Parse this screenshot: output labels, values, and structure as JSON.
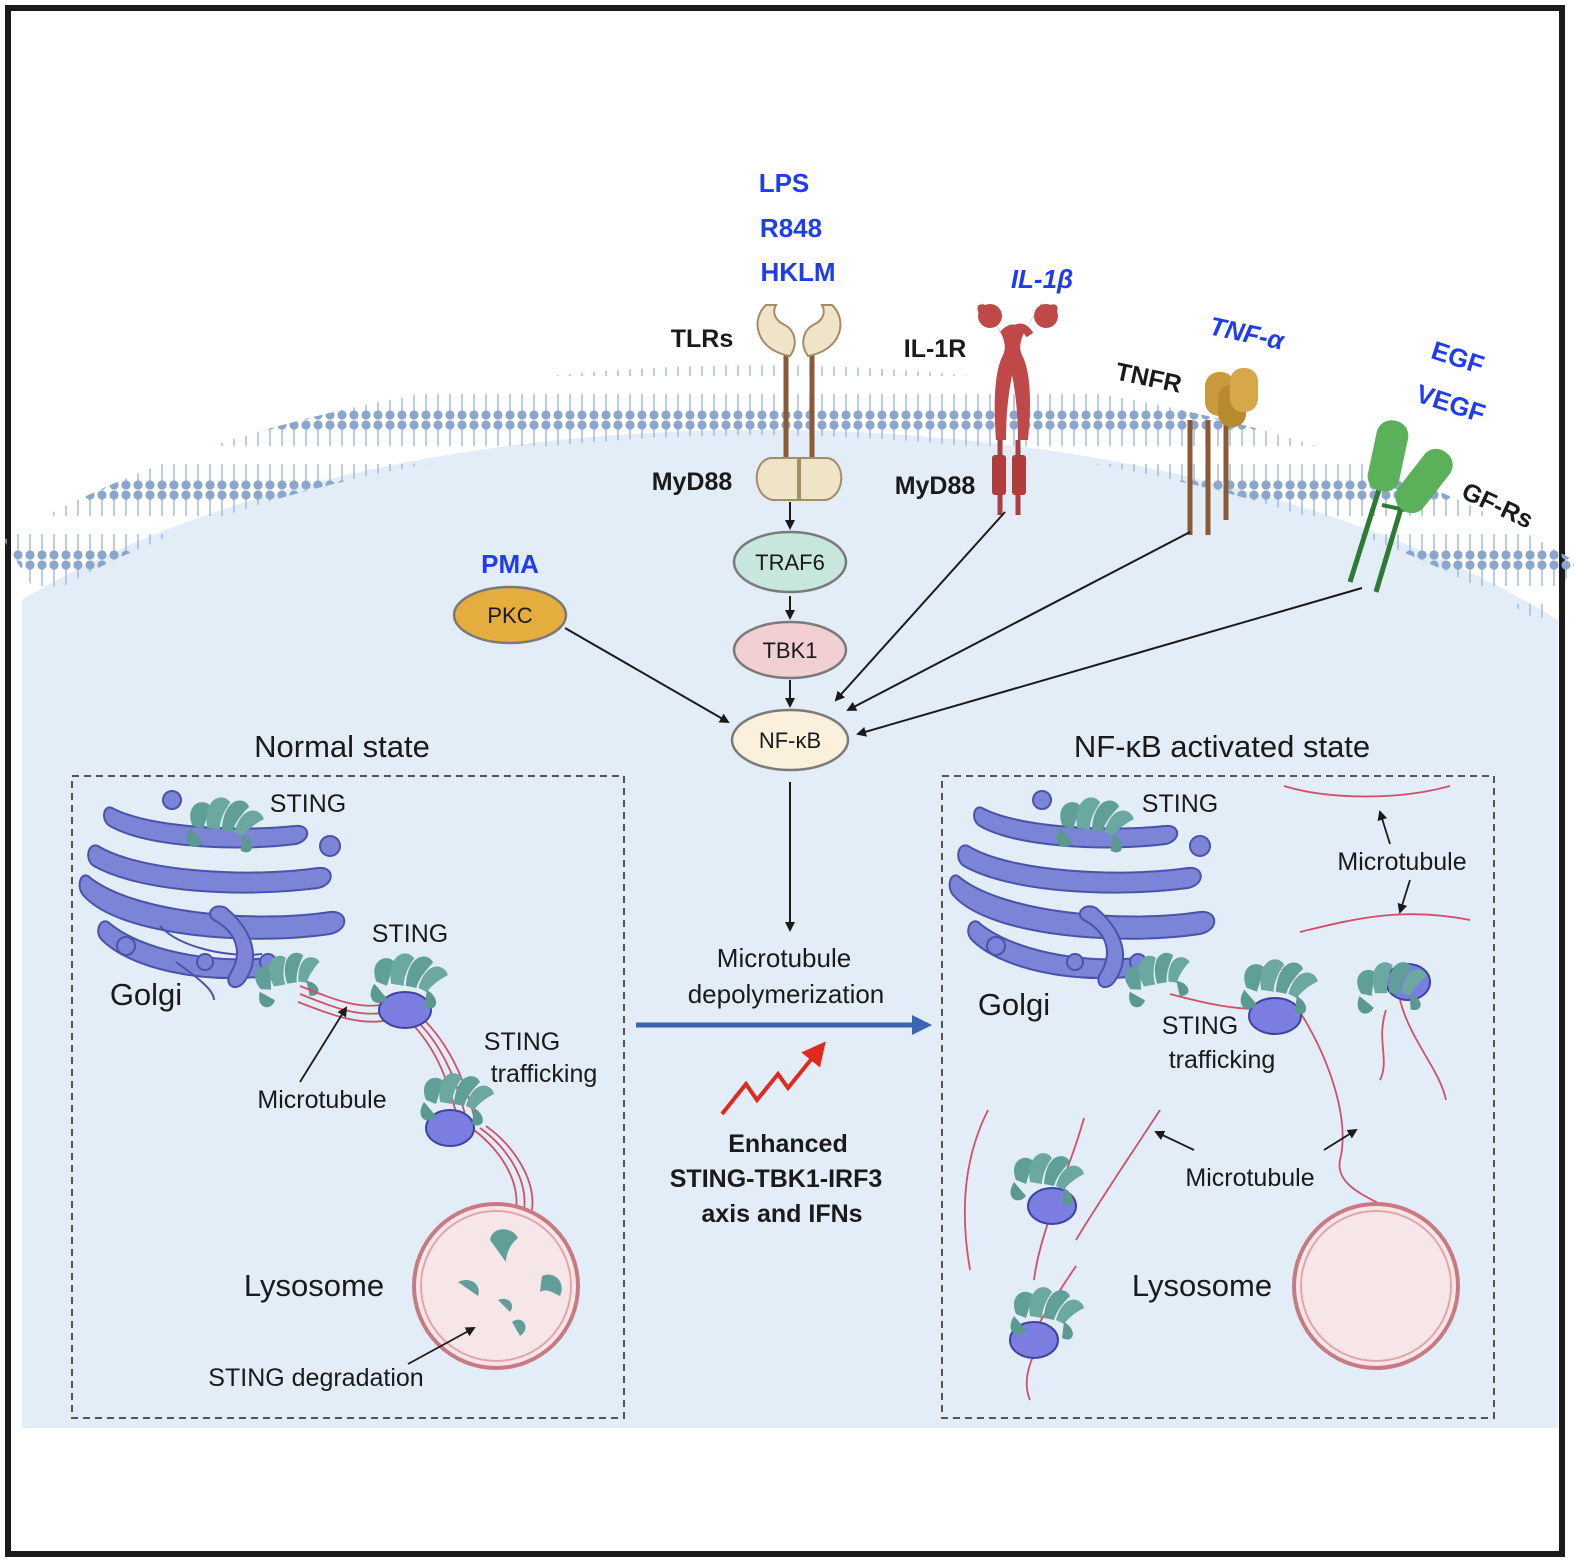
{
  "stimuli": {
    "lps": "LPS",
    "r848": "R848",
    "hklm": "HKLM",
    "il1b": "IL-1β",
    "tnfa": "TNF-α",
    "egf": "EGF",
    "vegf": "VEGF",
    "pma": "PMA"
  },
  "receptors": {
    "tlrs": "TLRs",
    "il1r": "IL-1R",
    "tnfr": "TNFR",
    "gfrs": "GF-Rs",
    "myd88_tlr": "MyD88",
    "myd88_il1r": "MyD88"
  },
  "nodes": {
    "traf6": "TRAF6",
    "tbk1": "TBK1",
    "nfkb": "NF-κB",
    "pkc": "PKC"
  },
  "center": {
    "depoly_line1": "Microtubule",
    "depoly_line2": "depolymerization",
    "enhanced_line1": "Enhanced",
    "enhanced_line2": "STING-TBK1-IRF3",
    "enhanced_line3": "axis and IFNs"
  },
  "normal_panel": {
    "title": "Normal state",
    "sting_top": "STING",
    "sting_mid": "STING",
    "golgi": "Golgi",
    "microtubule": "Microtubule",
    "trafficking_line1": "STING",
    "trafficking_line2": "trafficking",
    "lysosome": "Lysosome",
    "degradation": "STING degradation"
  },
  "activated_panel": {
    "title": "NF-κB activated state",
    "sting_top": "STING",
    "microtubule_top": "Microtubule",
    "golgi": "Golgi",
    "trafficking_line1": "STING",
    "trafficking_line2": "trafficking",
    "microtubule_bottom": "Microtubule",
    "lysosome": "Lysosome"
  },
  "colors": {
    "stimulus_blue": "#1f3df0",
    "cell_background": "#e3edf8",
    "membrane_blue": "#8aa6cc",
    "golgi_purple": "#7b84d6",
    "sting_teal": "#5f9f98",
    "lysosome_pink": "#f7e6e8",
    "microtubule_red": "#d0506a",
    "arrow_blue": "#3a64b5",
    "spark_red": "#e02a1e",
    "traf6": "#c6e6de",
    "tbk1": "#f2cfd3",
    "nfkb": "#fbf0dc",
    "pkc": "#e5ac3e"
  }
}
